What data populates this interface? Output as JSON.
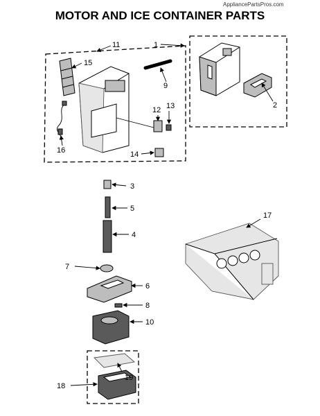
{
  "watermark": "AppliancePartsPros.com",
  "title": "MOTOR AND ICE CONTAINER PARTS",
  "callouts": {
    "c1": "1",
    "c2": "2",
    "c3": "3",
    "c4": "4",
    "c5": "5",
    "c6": "6",
    "c7": "7",
    "c8": "8",
    "c9": "9",
    "c10": "10",
    "c11": "11",
    "c12": "12",
    "c13": "13",
    "c14": "14",
    "c15": "15",
    "c16": "16",
    "c17": "17",
    "c18": "18",
    "c19": "19"
  }
}
